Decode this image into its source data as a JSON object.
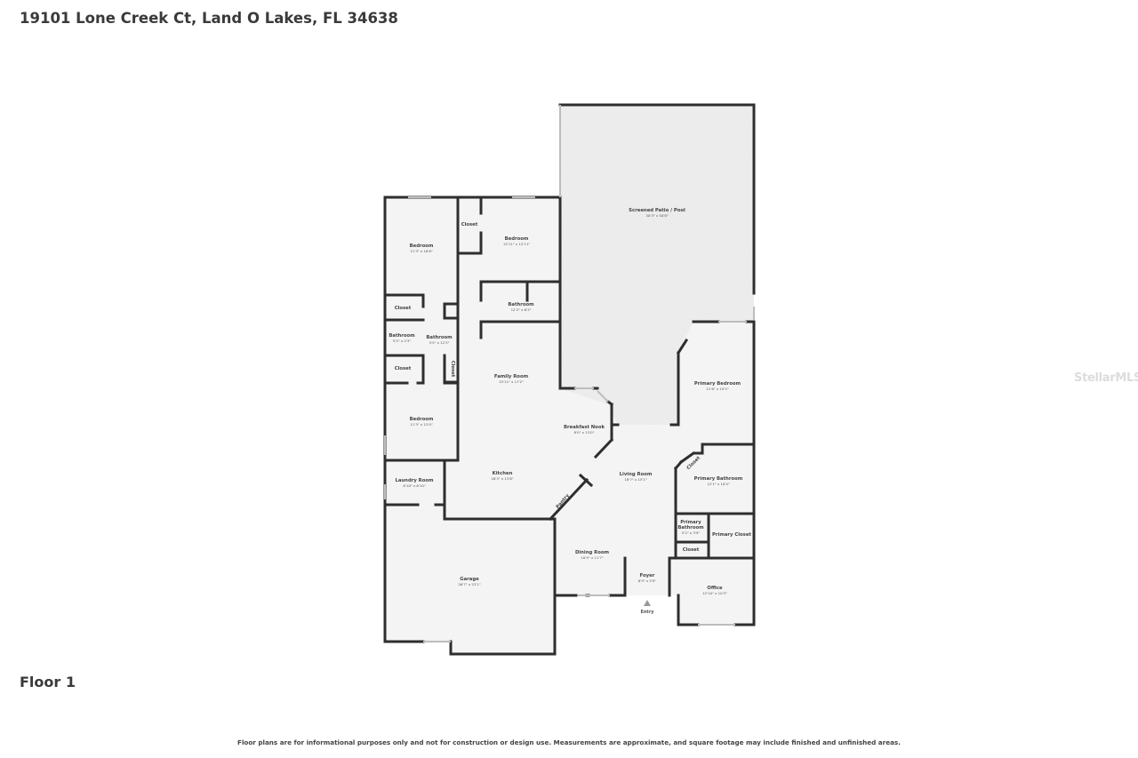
{
  "header": {
    "address": "19101 Lone Creek Ct, Land O Lakes, FL 34638"
  },
  "floor_label": "Floor 1",
  "watermark": "StellarMLS",
  "footer": "Floor plans are for informational purposes only and not for construction or design use. Measurements are approximate, and square footage may include finished and unfinished areas.",
  "entry_label": "Entry",
  "rooms": {
    "patio": {
      "name": "Screened Patio / Pool",
      "dims": "30'3\" x 50'8\""
    },
    "bedroom1": {
      "name": "Bedroom",
      "dims": "11'3\" x 16'6\""
    },
    "closet1": {
      "name": "Closet"
    },
    "bedroom2": {
      "name": "Bedroom",
      "dims": "15'11\" x 12'11\""
    },
    "bathroom1": {
      "name": "Bathroom",
      "dims": "12'2\" x 6'3\""
    },
    "closet2": {
      "name": "Closet"
    },
    "bathroom2": {
      "name": "Bathroom",
      "dims": "5'5\" x 5'3\""
    },
    "bathroom3": {
      "name": "Bathroom",
      "dims": "5'5\" x 12'3\""
    },
    "closet3": {
      "name": "Closet"
    },
    "closet4": {
      "name": "Closet"
    },
    "family": {
      "name": "Family Room",
      "dims": "15'11\" x 17'2\""
    },
    "bedroom3": {
      "name": "Bedroom",
      "dims": "11'3\" x 12'0\""
    },
    "nook": {
      "name": "Breakfast Nook",
      "dims": "8'0\" x 13'0\""
    },
    "laundry": {
      "name": "Laundry Room",
      "dims": "8'10\" x 6'10\""
    },
    "kitchen": {
      "name": "Kitchen",
      "dims": "16'3\" x 13'6\""
    },
    "pantry": {
      "name": "Pantry"
    },
    "living": {
      "name": "Living Room",
      "dims": "18'7\" x 15'1\""
    },
    "primary_bedroom": {
      "name": "Primary Bedroom",
      "dims": "11'6\" x 19'2\""
    },
    "closet5": {
      "name": "Closet"
    },
    "primary_bath1": {
      "name": "Primary Bathroom",
      "dims": "12'1\" x 10'4\""
    },
    "primary_bath2": {
      "name1": "Primary",
      "name2": "Bathroom",
      "dims": "5'2\" x 3'9\""
    },
    "primary_closet": {
      "name": "Primary Closet"
    },
    "closet6": {
      "name": "Closet"
    },
    "garage": {
      "name": "Garage",
      "dims": "26'7\" x 23'1\""
    },
    "dining": {
      "name": "Dining Room",
      "dims": "10'9\" x 11'7\""
    },
    "foyer": {
      "name": "Foyer",
      "dims": "6'9\" x 5'9\""
    },
    "office": {
      "name": "Office",
      "dims": "12'10\" x 10'3\""
    }
  },
  "colors": {
    "wall": "#2e2e2e",
    "floor": "#f4f4f4",
    "patio": "#ececec"
  }
}
